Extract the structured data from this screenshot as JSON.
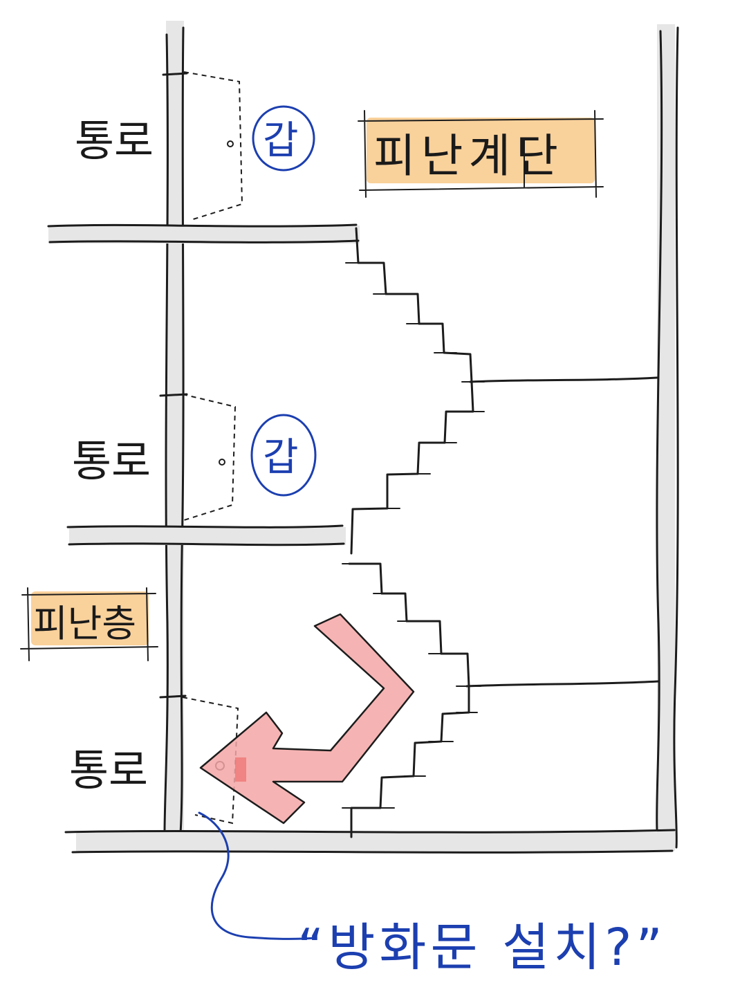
{
  "labels": {
    "corridor_top": "통로",
    "corridor_middle": "통로",
    "corridor_bottom": "통로",
    "room_top": "갑",
    "room_middle": "갑",
    "evac_stair": "피난계단",
    "evac_floor": "피난층",
    "note": "“방화문 설치?”"
  },
  "colors": {
    "highlight": "#f7c27a",
    "arrow": "#f4a6a6",
    "arrow_outline": "#1c1c1c",
    "blue_ink": "#1c3fb0",
    "wall_fill": "#e6e6e6"
  }
}
